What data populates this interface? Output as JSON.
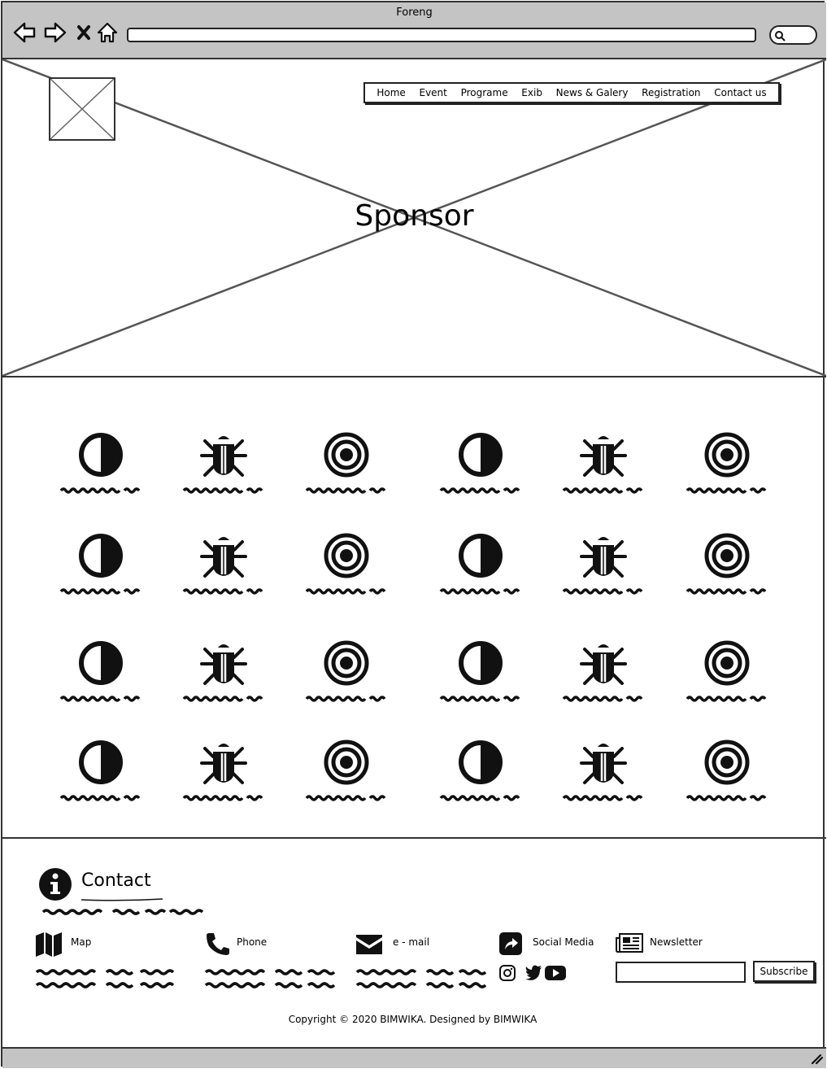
{
  "window": {
    "title": "Foreng"
  },
  "nav": {
    "items": [
      "Home",
      "Event",
      "Programe",
      "Exib",
      "News & Galery",
      "Registration",
      "Contact us"
    ]
  },
  "hero": {
    "title": "Sponsor"
  },
  "sponsors": {
    "icon_pattern": [
      "contrast-icon",
      "bug-icon",
      "target-icon",
      "contrast-icon",
      "bug-icon",
      "target-icon"
    ],
    "rows": 4
  },
  "contact": {
    "title": "Contact",
    "columns": [
      {
        "label": "Map",
        "icon": "map-icon"
      },
      {
        "label": "Phone",
        "icon": "phone-icon"
      },
      {
        "label": "e - mail",
        "icon": "mail-icon"
      },
      {
        "label": "Social Media",
        "icon": "share-icon"
      },
      {
        "label": "Newsletter",
        "icon": "newspaper-icon"
      }
    ],
    "social": [
      "instagram-icon",
      "twitter-icon",
      "youtube-icon"
    ],
    "subscribe_label": "Subscribe"
  },
  "footer": {
    "copyright": "Copyright © 2020 BIMWIKA. Designed by BIMWIKA"
  }
}
